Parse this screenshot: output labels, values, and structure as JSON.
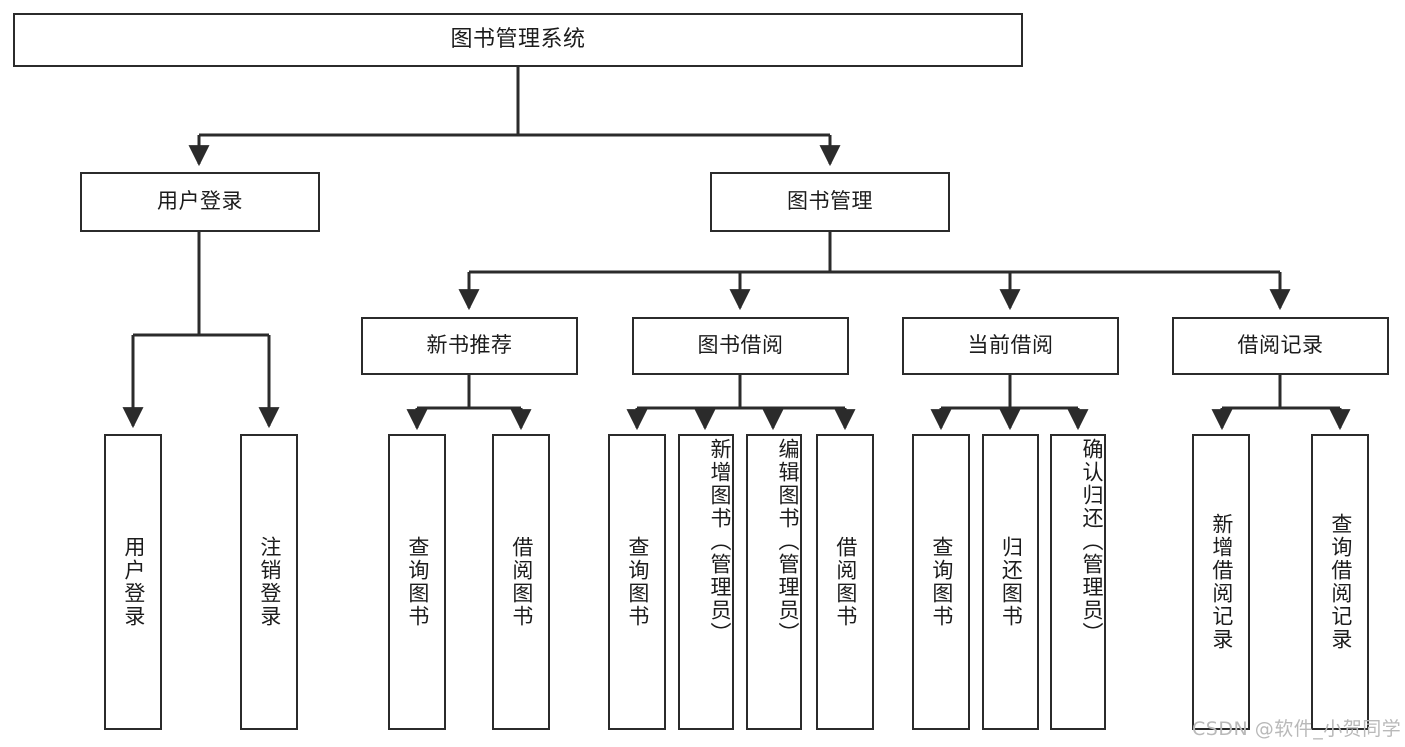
{
  "diagram": {
    "type": "tree",
    "title": "图书管理系统",
    "root": {
      "label": "图书管理系统"
    },
    "level2": [
      {
        "id": "user-login",
        "label": "用户登录"
      },
      {
        "id": "book-management",
        "label": "图书管理"
      }
    ],
    "level3": [
      {
        "id": "new-book-recommend",
        "label": "新书推荐",
        "parent": "book-management"
      },
      {
        "id": "book-borrow",
        "label": "图书借阅",
        "parent": "book-management"
      },
      {
        "id": "current-borrow",
        "label": "当前借阅",
        "parent": "book-management"
      },
      {
        "id": "borrow-record",
        "label": "借阅记录",
        "parent": "book-management"
      }
    ],
    "leaves": {
      "user-login": [
        {
          "id": "leaf-user-login",
          "label": "用户登录"
        },
        {
          "id": "leaf-user-logout",
          "label": "注销登录"
        }
      ],
      "new-book-recommend": [
        {
          "id": "leaf-query-book-1",
          "label": "查询图书"
        },
        {
          "id": "leaf-borrow-book-1",
          "label": "借阅图书"
        }
      ],
      "book-borrow": [
        {
          "id": "leaf-query-book-2",
          "label": "查询图书"
        },
        {
          "id": "leaf-add-book",
          "label": "新增图书（管理员）"
        },
        {
          "id": "leaf-edit-book",
          "label": "编辑图书（管理员）"
        },
        {
          "id": "leaf-borrow-book-2",
          "label": "借阅图书"
        }
      ],
      "current-borrow": [
        {
          "id": "leaf-query-book-3",
          "label": "查询图书"
        },
        {
          "id": "leaf-return-book",
          "label": "归还图书"
        },
        {
          "id": "leaf-confirm-return",
          "label": "确认归还（管理员）"
        }
      ],
      "borrow-record": [
        {
          "id": "leaf-add-record",
          "label": "新增借阅记录"
        },
        {
          "id": "leaf-query-record",
          "label": "查询借阅记录"
        }
      ]
    },
    "colors": {
      "stroke": "#2b2b2b",
      "fill": "#ffffff",
      "text": "#1c1c1c",
      "watermark": "#b9b9b9"
    }
  },
  "watermark": {
    "text": "CSDN @软件_小贺同学"
  }
}
